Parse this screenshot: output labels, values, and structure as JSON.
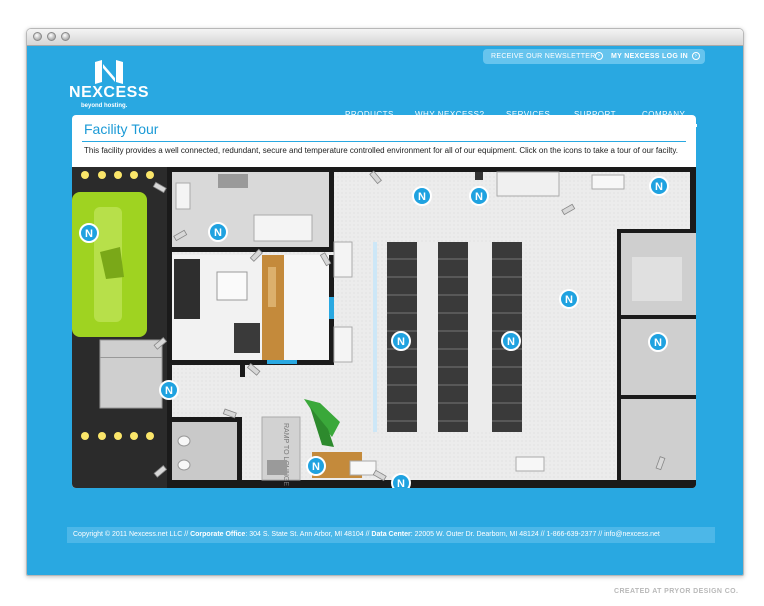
{
  "topbar": {
    "newsletter": "RECEIVE OUR NEWSLETTER",
    "login": "MY NEXCESS LOG IN"
  },
  "logo": {
    "name": "NEXCESS",
    "tagline": "beyond hosting."
  },
  "nav": {
    "items": [
      "PRODUCTS",
      "WHY NEXCESS?",
      "SERVICES",
      "SUPPORT",
      "COMPANY"
    ],
    "active": "COMPANY"
  },
  "page": {
    "title": "Facility Tour",
    "description": "This facility provides a well connected, redundant, secure and temperature controlled environment for all of our equipment. Click on the icons to take a tour of our facilty."
  },
  "map": {
    "ramp_label": "RAMP TO LOUNGE",
    "tour_icon": "N",
    "tour_points": 12
  },
  "footer": {
    "copyright": "Copyright © 2011 Nexcess.net LLC",
    "corp_label": "Corporate Office",
    "corp_address": ": 304 S. State St. Ann Arbor, MI 48104",
    "dc_label": "Data Center",
    "dc_address": ": 22005 W. Outer Dr. Dearborn, MI 48124",
    "phone": "1-866-639-2377",
    "email": "info@nexcess.net",
    "sep": " // "
  },
  "credit": "CREATED AT PRYOR DESIGN CO.",
  "colors": {
    "brand_blue": "#29a8e1",
    "lime": "#9fd321",
    "wall": "#1a1a1a"
  }
}
